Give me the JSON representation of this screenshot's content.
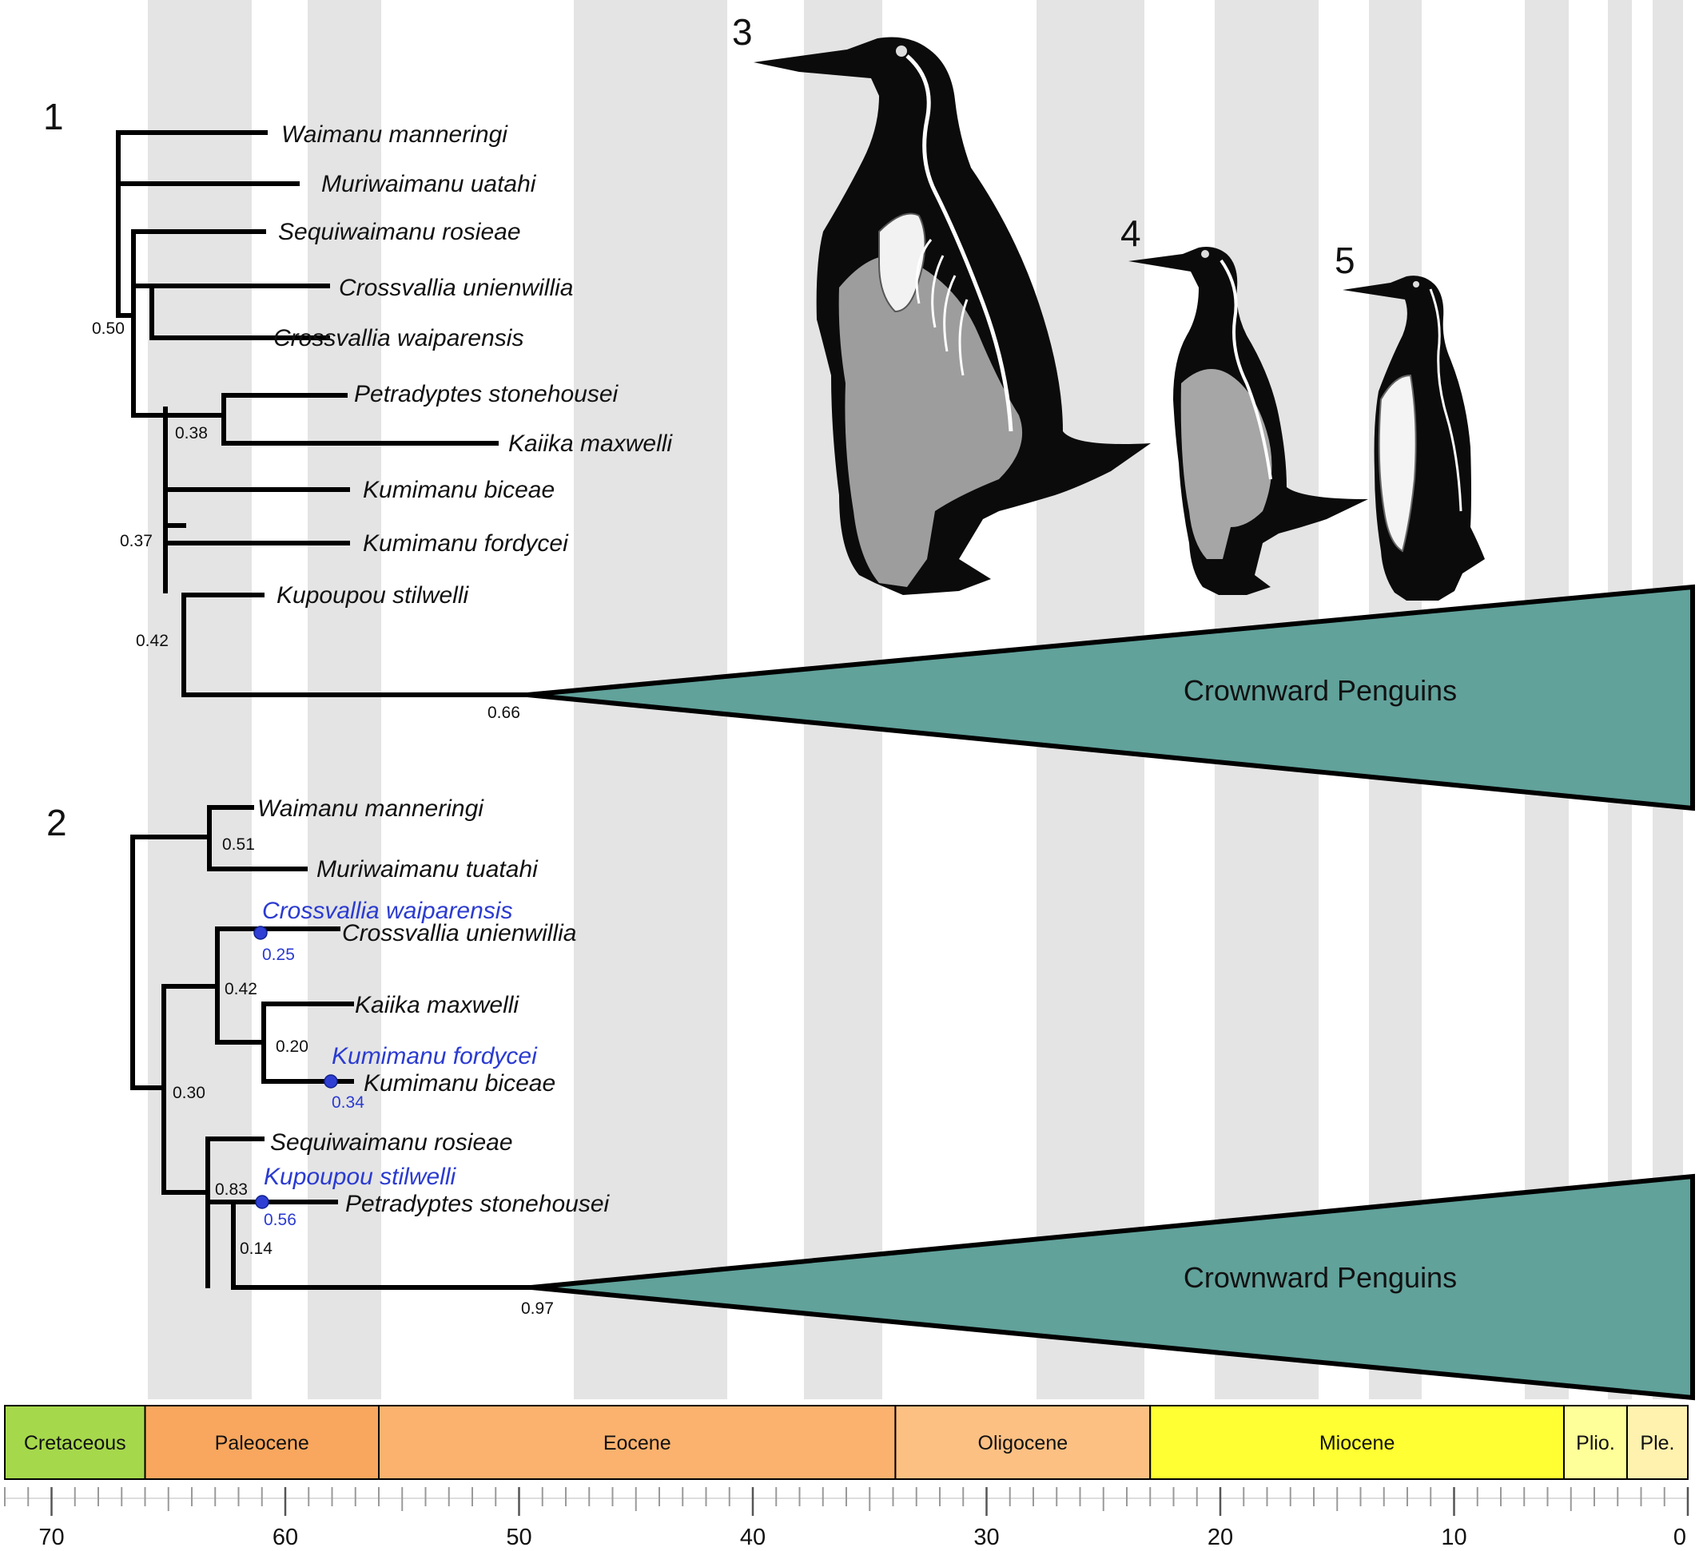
{
  "panels": {
    "tree1": "1",
    "tree2": "2",
    "fig3": "3",
    "fig4": "4",
    "fig5": "5"
  },
  "clade_label": "Crownward Penguins",
  "tree1": {
    "taxa": [
      "Waimanu manneringi",
      "Muriwaimanu uatahi",
      "Sequiwaimanu rosieae",
      "Crossvallia unienwillia",
      "Crossvallia waiparensis",
      "Petradyptes stonehousei",
      "Kaiika maxwelli",
      "Kumimanu biceae",
      "Kumimanu fordycei",
      "Kupoupou stilwelli"
    ],
    "support": [
      "0.50",
      "0.38",
      "0.37",
      "0.42",
      "0.66"
    ]
  },
  "tree2": {
    "taxa": [
      "Waimanu manneringi",
      "Muriwaimanu tuatahi",
      "Crossvallia unienwillia",
      "Kaiika maxwelli",
      "Kumimanu biceae",
      "Sequiwaimanu rosieae",
      "Petradyptes stonehousei"
    ],
    "alt_taxa": [
      "Crossvallia waiparensis",
      "Kumimanu fordycei",
      "Kupoupou stilwelli"
    ],
    "support": [
      "0.51",
      "0.42",
      "0.20",
      "0.30",
      "0.83",
      "0.14",
      "0.97"
    ],
    "alt_support": [
      "0.25",
      "0.34",
      "0.56"
    ]
  },
  "timescale": {
    "periods": [
      {
        "name": "Cretaceous",
        "start": 72,
        "end": 66,
        "color": "#a6d84c"
      },
      {
        "name": "Paleocene",
        "start": 66,
        "end": 56,
        "color": "#f9a75e"
      },
      {
        "name": "Eocene",
        "start": 56,
        "end": 33.9,
        "color": "#fbb26e"
      },
      {
        "name": "Oligocene",
        "start": 33.9,
        "end": 23,
        "color": "#fcc083"
      },
      {
        "name": "Miocene",
        "start": 23,
        "end": 5.3,
        "color": "#ffff33"
      },
      {
        "name": "Plio.",
        "start": 5.3,
        "end": 2.6,
        "color": "#ffff99"
      },
      {
        "name": "Ple.",
        "start": 2.6,
        "end": 0,
        "color": "#fff2ae"
      }
    ],
    "tick_labels": [
      "70",
      "60",
      "50",
      "40",
      "30",
      "20",
      "10",
      "0"
    ]
  },
  "colors": {
    "clade_fill": "#61a29b",
    "alt_blue": "#2b3bd0",
    "band_gray": "#e4e4e4"
  }
}
